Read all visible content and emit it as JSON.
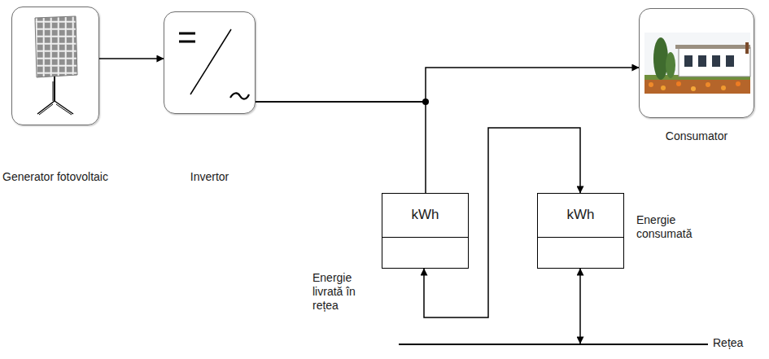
{
  "diagram": {
    "nodes": [
      {
        "text": [
          "Generator fotovoltaic"
        ]
      },
      {
        "text": [
          "Invertor"
        ]
      },
      {
        "text": [
          "Consumator"
        ]
      },
      {
        "text": [
          "kWh",
          "Energie livrată în rețea"
        ]
      },
      {
        "text": [
          "kWh",
          "Energie consumată"
        ]
      },
      {
        "text": [
          "Rețea"
        ]
      }
    ],
    "edges": [
      {
        "from": 0,
        "to": 1,
        "arrow": "to"
      },
      {
        "from": 1,
        "to": 2,
        "arrow": "to"
      },
      {
        "from": 1,
        "to": 3,
        "arrow": "none"
      },
      {
        "from": 3,
        "to": 4,
        "arrow": "both"
      },
      {
        "from": 4,
        "to": 5,
        "arrow": "both"
      }
    ]
  }
}
